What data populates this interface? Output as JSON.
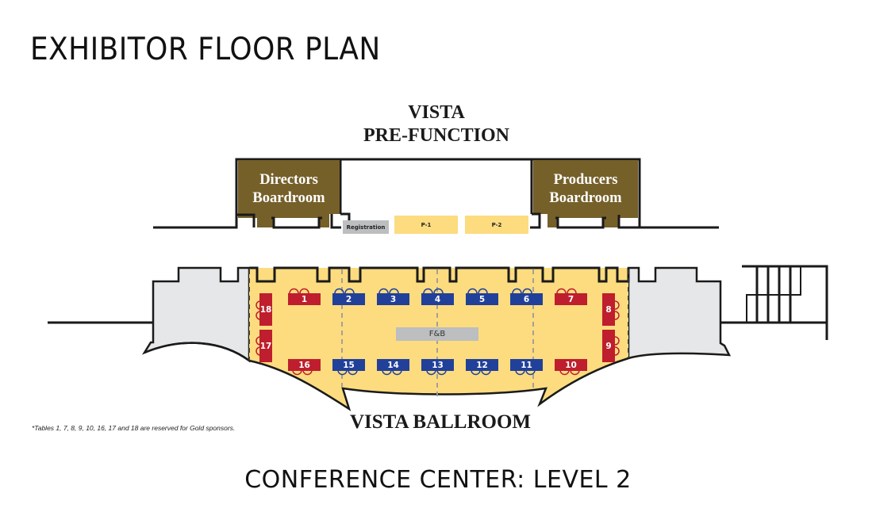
{
  "title": "EXHIBITOR FLOOR PLAN",
  "subtitle": "CONFERENCE CENTER: LEVEL 2",
  "footnote": "*Tables 1, 7, 8, 9, 10, 16, 17 and 18 are reserved for Gold sponsors.",
  "rooms": {
    "prefunction": "VISTA PRE-FUNCTION",
    "prefunction_line1": "VISTA",
    "prefunction_line2": "PRE-FUNCTION",
    "ballroom": "VISTA BALLROOM",
    "directors_line1": "Directors",
    "directors_line2": "Boardroom",
    "producers_line1": "Producers",
    "producers_line2": "Boardroom"
  },
  "booths": {
    "registration": "Registration",
    "p1": "P-1",
    "p2": "P-2",
    "fb": "F&B"
  },
  "legend_colors": {
    "gold_sponsor": "#BE1E2D",
    "standard": "#21409A",
    "ballroom_floor": "#FCDC7F",
    "boardroom": "#76602A",
    "service_area": "#BCBEC0",
    "side_rooms": "#E6E7E8"
  },
  "tables": {
    "t1": "1",
    "t2": "2",
    "t3": "3",
    "t4": "4",
    "t5": "5",
    "t6": "6",
    "t7": "7",
    "t8": "8",
    "t9": "9",
    "t10": "10",
    "t11": "11",
    "t12": "12",
    "t13": "13",
    "t14": "14",
    "t15": "15",
    "t16": "16",
    "t17": "17",
    "t18": "18"
  },
  "gold_tables": [
    "1",
    "7",
    "8",
    "9",
    "10",
    "16",
    "17",
    "18"
  ]
}
